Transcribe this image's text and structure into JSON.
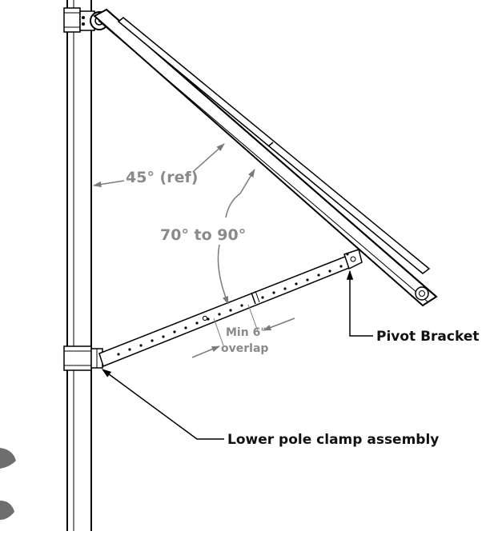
{
  "diagram": {
    "labels": {
      "angle_ref": "45° (ref)",
      "angle_range": "70° to 90°",
      "overlap_line1": "Min 6\"",
      "overlap_line2": "overlap",
      "pivot_bracket": "Pivot Bracket",
      "lower_clamp": "Lower pole clamp assembly"
    },
    "colors": {
      "line": "#000000",
      "dim_line": "#7a7a7a",
      "label_dark": "#111111",
      "label_grey": "#8a8a8a"
    }
  }
}
